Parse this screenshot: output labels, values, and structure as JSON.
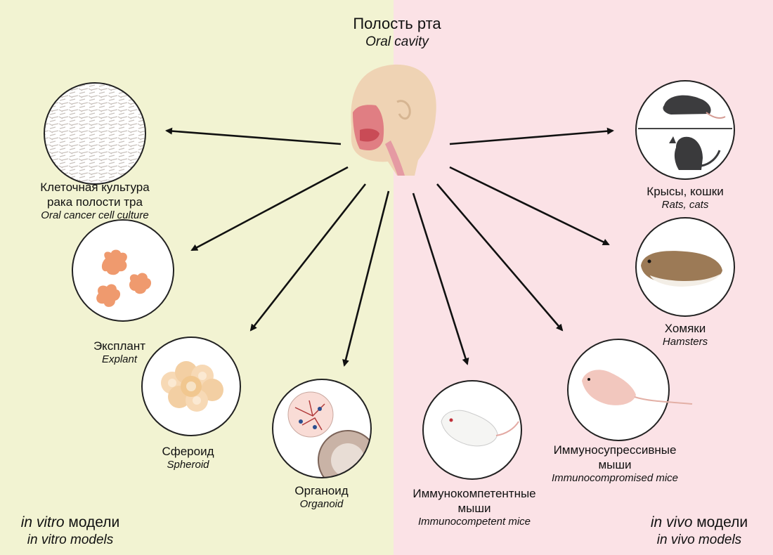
{
  "title": {
    "ru": "Полость рта",
    "en": "Oral cavity"
  },
  "nodes": [
    {
      "ru_lines": [
        "Клеточная культура",
        "рака полости тра"
      ],
      "en": "Oral cancer cell culture",
      "icon": "cell-culture-icon"
    },
    {
      "ru": "Эксплант",
      "en": "Explant",
      "icon": "explant-icon"
    },
    {
      "ru": "Сфероид",
      "en": "Spheroid",
      "icon": "spheroid-icon"
    },
    {
      "ru": "Органоид",
      "en": "Organoid",
      "icon": "organoid-icon"
    },
    {
      "ru": "Иммунокомпетентные",
      "ru2": "мыши",
      "en": "Immunocompetent mice",
      "icon": "white-mouse-icon"
    },
    {
      "ru": "Иммуносупрессивные",
      "ru2": "мыши",
      "en": "Immunocompromised mice",
      "icon": "nude-mouse-icon"
    },
    {
      "ru": "Хомяки",
      "en": "Hamsters",
      "icon": "hamster-icon"
    },
    {
      "ru": "Крысы, кошки",
      "en": "Rats, cats",
      "icon": "rat-cat-icon"
    }
  ],
  "sections": {
    "invitro": {
      "ru_italic": "in vitro",
      "ru_rest": " модели",
      "en": "in vitro models"
    },
    "invivo": {
      "ru_italic": "in vivo",
      "ru_rest": " модели",
      "en": "in vivo models"
    }
  },
  "colors": {
    "left_bg": "#f2f3d2",
    "right_bg": "#fbe2e6",
    "arrow": "#111111"
  }
}
